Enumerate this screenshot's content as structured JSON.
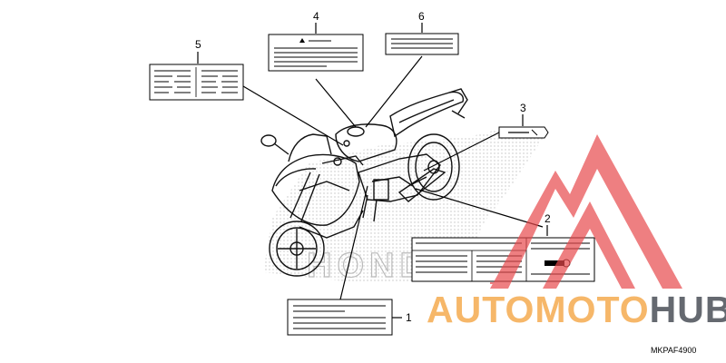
{
  "diagram": {
    "callouts": [
      {
        "id": "c1",
        "number": "1"
      },
      {
        "id": "c2",
        "number": "2"
      },
      {
        "id": "c3",
        "number": "3"
      },
      {
        "id": "c4",
        "number": "4"
      },
      {
        "id": "c5",
        "number": "5"
      },
      {
        "id": "c6",
        "number": "6"
      }
    ],
    "part_code": "MKPAF4900",
    "watermark": {
      "part1": "AUTOMOTO",
      "part2": "HUB",
      "colors": {
        "mountain": "#e8494c",
        "text_orange": "#f4a340",
        "text_dark": "#3a4048"
      }
    },
    "tank_brand_faint": "HONDA"
  }
}
